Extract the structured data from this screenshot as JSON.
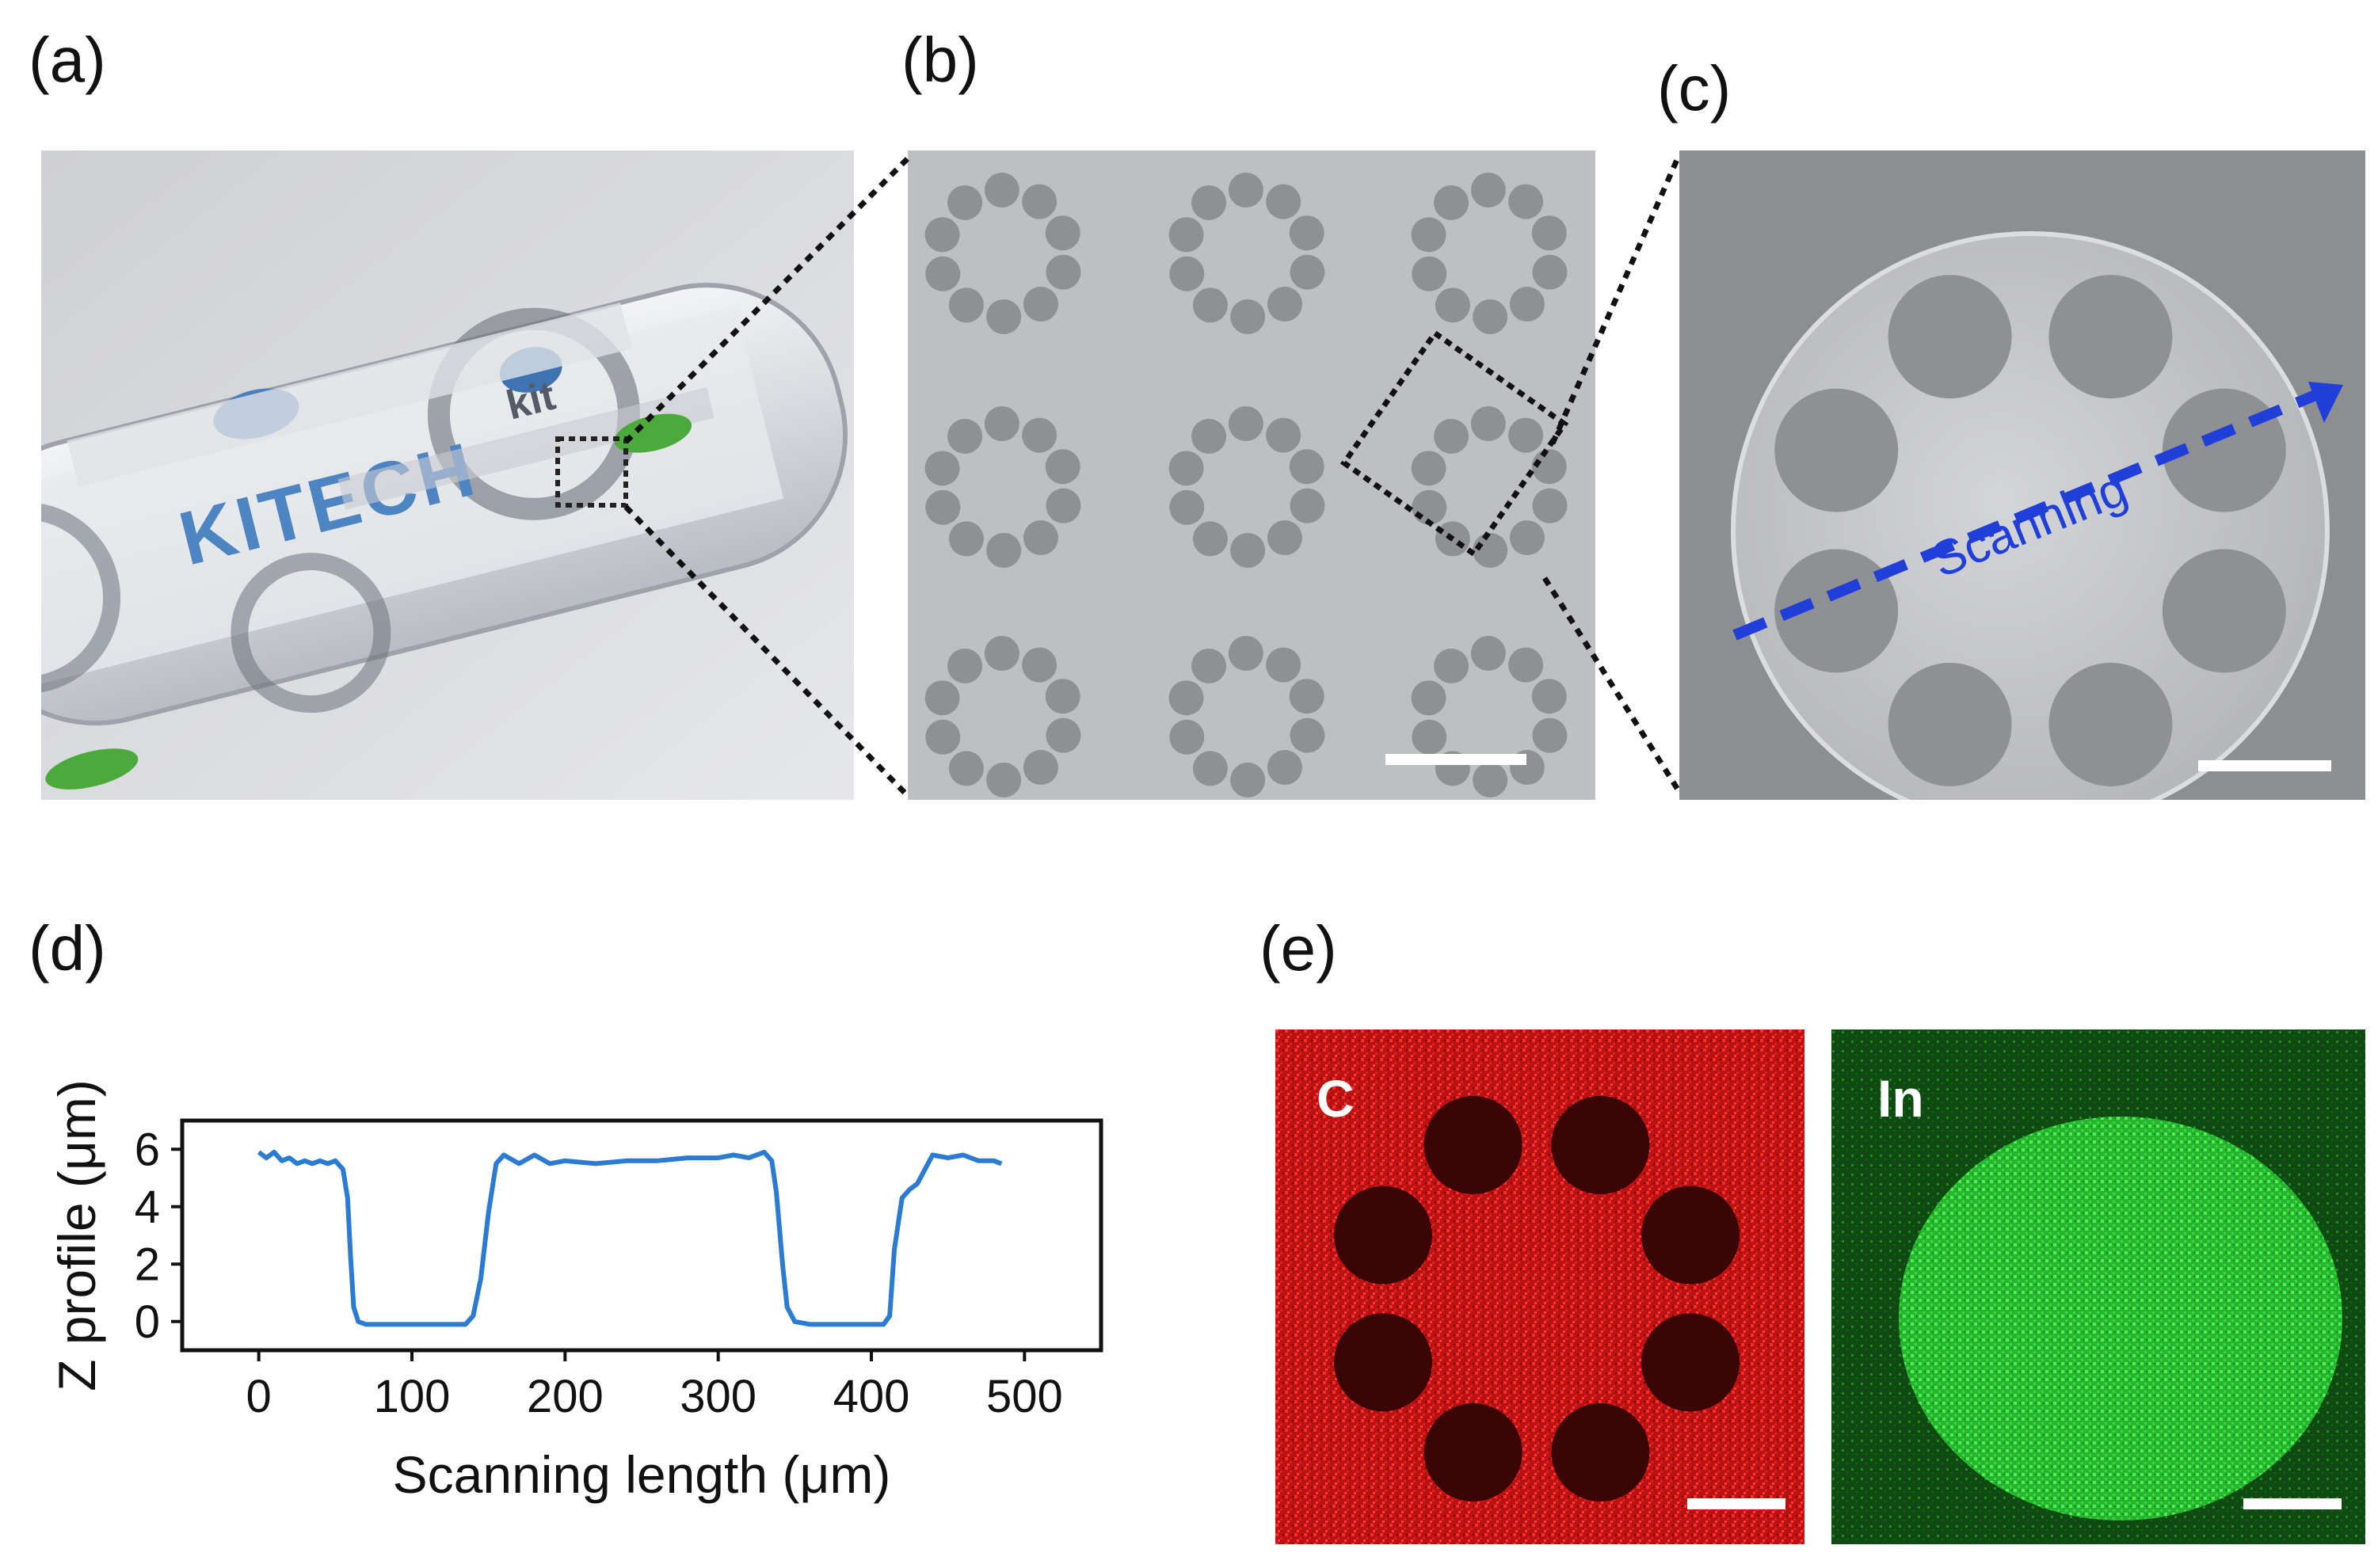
{
  "panels": {
    "a": {
      "label": "(a)",
      "logo_text": "KITECH",
      "seal_text": "kit"
    },
    "b": {
      "label": "(b)"
    },
    "c": {
      "label": "(c)",
      "arrow_label": "Scanning"
    },
    "d": {
      "label": "(d)"
    },
    "e": {
      "label": "(e)",
      "map_c_label": "C",
      "map_in_label": "In"
    }
  },
  "colors": {
    "profile_line": "#2a7bd1",
    "arrow": "#1f3fd8",
    "map_c": "#e01818",
    "map_in": "#2fd93a"
  },
  "chart_data": {
    "type": "line",
    "xlabel": "Scanning length (μm)",
    "ylabel": "Z profile (μm)",
    "xlim": [
      -50,
      550
    ],
    "ylim": [
      -1,
      7
    ],
    "xticks": [
      0,
      100,
      200,
      300,
      400,
      500
    ],
    "yticks": [
      0,
      2,
      4,
      6
    ],
    "grid": false,
    "series": [
      {
        "x": [
          0,
          5,
          10,
          15,
          20,
          25,
          30,
          35,
          40,
          45,
          50,
          55,
          58,
          60,
          62,
          65,
          70,
          80,
          100,
          120,
          135,
          140,
          145,
          150,
          155,
          160,
          170,
          180,
          190,
          200,
          220,
          240,
          260,
          280,
          300,
          310,
          320,
          330,
          335,
          338,
          342,
          345,
          350,
          360,
          380,
          400,
          408,
          412,
          415,
          420,
          425,
          430,
          440,
          450,
          460,
          470,
          480,
          485
        ],
        "y": [
          5.9,
          5.7,
          5.9,
          5.6,
          5.7,
          5.5,
          5.6,
          5.5,
          5.6,
          5.5,
          5.6,
          5.3,
          4.3,
          2.2,
          0.5,
          0.0,
          -0.1,
          -0.1,
          -0.1,
          -0.1,
          -0.1,
          0.2,
          1.5,
          3.8,
          5.5,
          5.8,
          5.5,
          5.8,
          5.5,
          5.6,
          5.5,
          5.6,
          5.6,
          5.7,
          5.7,
          5.8,
          5.7,
          5.9,
          5.6,
          4.5,
          2.0,
          0.5,
          0.0,
          -0.1,
          -0.1,
          -0.1,
          -0.1,
          0.2,
          2.5,
          4.3,
          4.6,
          4.8,
          5.8,
          5.7,
          5.8,
          5.6,
          5.6,
          5.5
        ]
      }
    ]
  }
}
